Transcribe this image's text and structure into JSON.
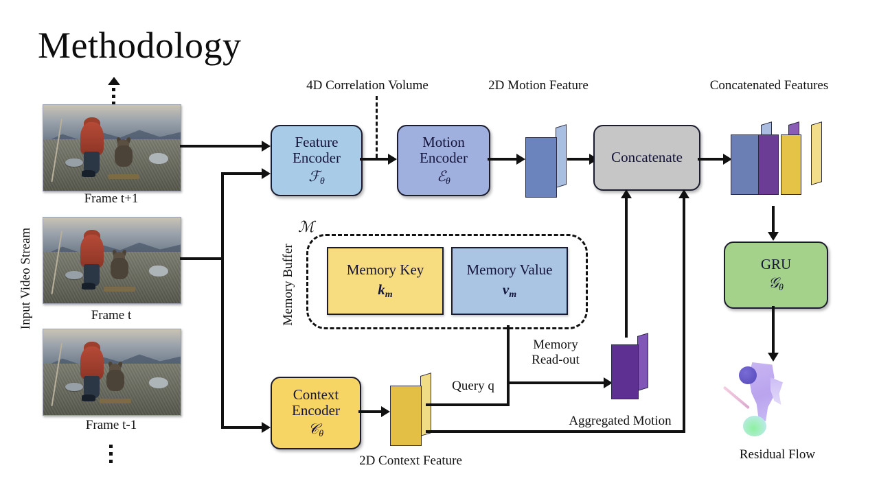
{
  "page": {
    "title": "Methodology"
  },
  "input": {
    "stream_label": "Input Video Stream",
    "frames": [
      {
        "caption": "Frame t+1"
      },
      {
        "caption": "Frame t"
      },
      {
        "caption": "Frame t-1"
      }
    ],
    "top_continuation_icon": "dotted-up-arrow",
    "bottom_continuation_icon": "vertical-ellipsis"
  },
  "nodes": {
    "feature_encoder": {
      "line1": "Feature",
      "line2": "Encoder",
      "symbol": "ℱ",
      "subscript": "θ",
      "color": "#a8cbe8"
    },
    "motion_encoder": {
      "line1": "Motion",
      "line2": "Encoder",
      "symbol": "ℰ",
      "subscript": "θ",
      "color": "#9fb0de"
    },
    "context_encoder": {
      "line1": "Context",
      "line2": "Encoder",
      "symbol": "𝒞",
      "subscript": "θ",
      "color": "#f6d564"
    },
    "concatenate": {
      "line1": "Concatenate",
      "color": "#c6c6c6"
    },
    "gru": {
      "line1": "GRU",
      "symbol": "𝒢",
      "subscript": "θ",
      "color": "#a5d28a"
    }
  },
  "memory": {
    "buffer_label": "Memory Buffer",
    "buffer_symbol": "ℳ",
    "key": {
      "label": "Memory Key",
      "symbol": "k",
      "subscript": "m",
      "color": "#f7dd7f"
    },
    "value": {
      "label": "Memory Value",
      "symbol": "v",
      "subscript": "m",
      "color": "#aac4e4"
    }
  },
  "labels": {
    "correlation_volume": "4D Correlation Volume",
    "motion_feature": "2D Motion Feature",
    "concatenated_features": "Concatenated Features",
    "context_feature": "2D Context Feature",
    "query": "Query q",
    "memory_readout_line1": "Memory",
    "memory_readout_line2": "Read-out",
    "aggregated_motion": "Aggregated Motion",
    "residual_flow": "Residual Flow"
  },
  "slabs": {
    "motion_feature": {
      "front": "#6b84bd",
      "side": "#a9bfe2",
      "top": "#b9cbea"
    },
    "concat_blue": {
      "front": "#6b7fb5",
      "side": "#aabde0",
      "top": "#bccbe8"
    },
    "concat_purple": {
      "front": "#6b3d94",
      "side": "#8b5cb5",
      "top": "#a273c6"
    },
    "concat_gold": {
      "front": "#e5c347",
      "side": "#f2dd8a",
      "top": "#f6e6a5"
    },
    "context_feature": {
      "front": "#e3c045",
      "side": "#f1dc86",
      "top": "#f5e6a3"
    },
    "aggregated": {
      "front": "#5d3091",
      "side": "#8057b8",
      "top": "#9570c8"
    }
  },
  "colors": {
    "stroke": "#111111",
    "node_border": "#1b1b2e",
    "text": "#111111"
  }
}
